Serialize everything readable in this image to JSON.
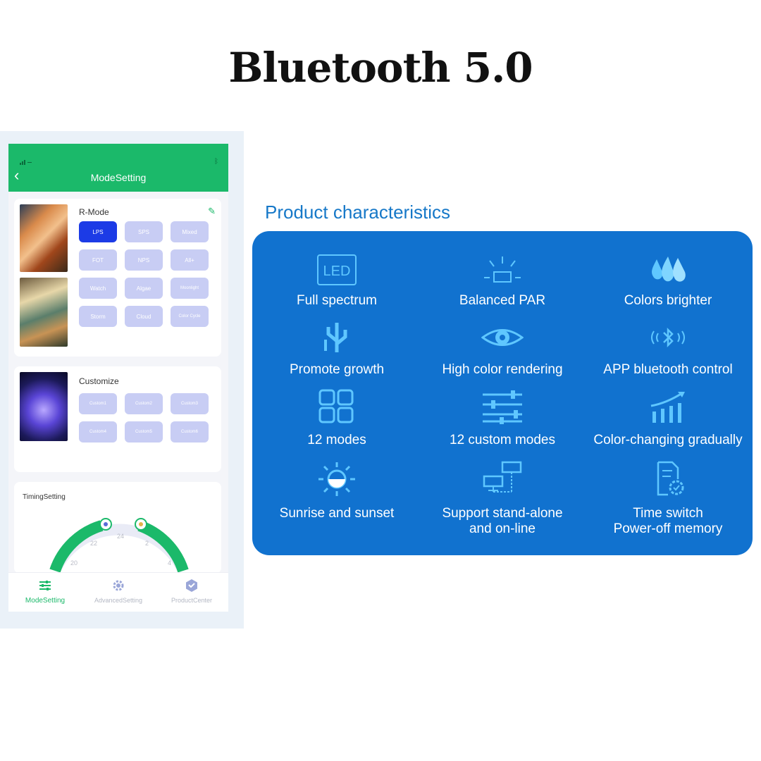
{
  "page": {
    "title": "Bluetooth 5.0"
  },
  "phone": {
    "status_bt": "ᛒ",
    "back_glyph": "‹",
    "header_title": "ModeSetting",
    "rmode": {
      "label": "R-Mode",
      "buttons": [
        "LPS",
        "SPS",
        "Mixed",
        "FOT",
        "NPS",
        "All+",
        "Watch",
        "Algae",
        "Moonlight",
        "Storm",
        "Cloud",
        "Color Cycle"
      ]
    },
    "customize": {
      "label": "Customize",
      "buttons": [
        "Custom1",
        "Custom2",
        "Custom3",
        "Custom4",
        "Custom5",
        "Custom6"
      ]
    },
    "timing": {
      "label": "TimingSetting",
      "ticks": [
        "20",
        "22",
        "24",
        "2",
        "4"
      ]
    },
    "tabs": [
      "ModeSetting",
      "AdvancedSetting",
      "ProductCenter"
    ]
  },
  "panel": {
    "heading": "Product characteristics",
    "led_badge": "LED",
    "features": [
      {
        "label": "Full spectrum",
        "icon": "led-icon"
      },
      {
        "label": "Balanced PAR",
        "icon": "lamp-rays-icon"
      },
      {
        "label": "Colors brighter",
        "icon": "droplets-icon"
      },
      {
        "label": "Promote growth",
        "icon": "plant-icon"
      },
      {
        "label": "High color rendering",
        "icon": "eye-icon"
      },
      {
        "label": "APP bluetooth control",
        "icon": "bluetooth-icon"
      },
      {
        "label": "12 modes",
        "icon": "grid-icon"
      },
      {
        "label": "12 custom modes",
        "icon": "sliders-icon"
      },
      {
        "label": "Color-changing gradually",
        "icon": "signal-bars-icon"
      },
      {
        "label": "Sunrise and sunset",
        "icon": "sun-icon"
      },
      {
        "label": "Support stand-alone",
        "label2": "and on-line",
        "icon": "network-icon"
      },
      {
        "label": "Time switch",
        "label2": "Power-off memory",
        "icon": "document-gear-icon"
      }
    ]
  },
  "colors": {
    "green": "#1bb96a",
    "blue_panel": "#1172cf",
    "heading_blue": "#1678c8",
    "active_mode": "#1c3be6",
    "inactive_mode": "#c8cdf4"
  }
}
